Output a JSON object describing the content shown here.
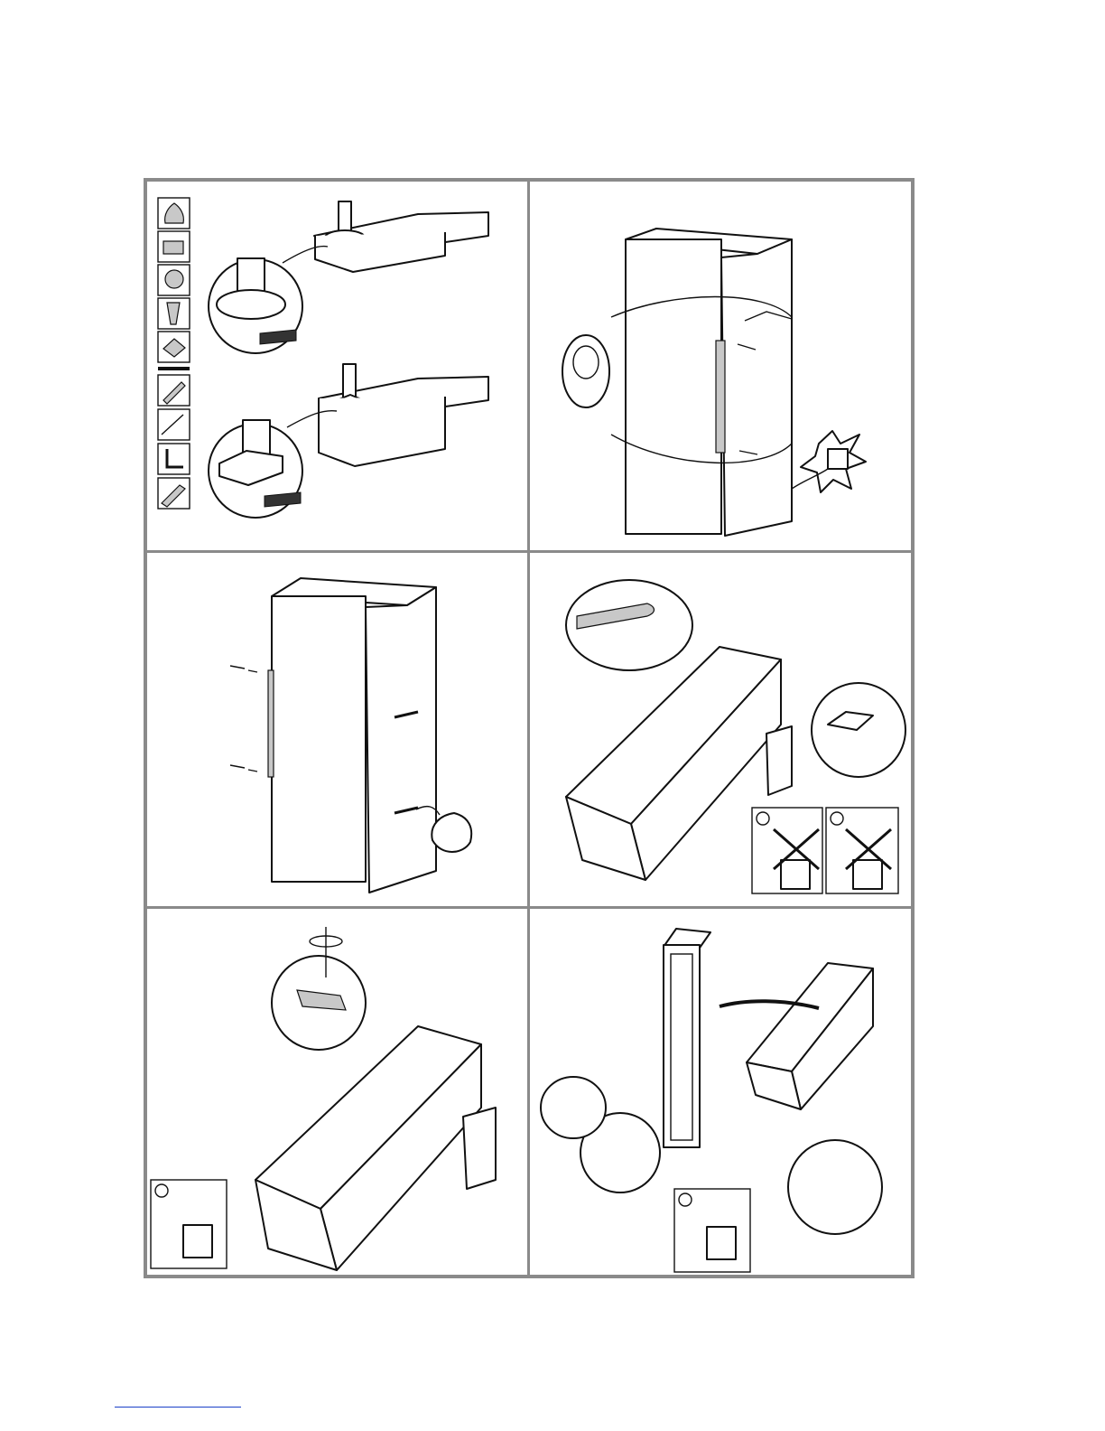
{
  "colors": {
    "frame": "#8a8a8a",
    "ink": "#111111",
    "shade": "#c8c8c8",
    "footer_rule": "#1a40c8"
  },
  "panels": [
    {
      "id": "tools",
      "icons": [
        "bag-icon",
        "box-icon",
        "snap-icon",
        "plug-icon",
        "card-icon",
        "screwdriver-icon",
        "flat-screwdriver-icon",
        "hex-key-icon",
        "chisel-icon"
      ]
    },
    {
      "id": "fridge-unplug",
      "icons": [
        "recycle-bin-icon",
        "power-socket-icon"
      ]
    },
    {
      "id": "fridge-screws",
      "icons": [
        "bag-icon"
      ]
    },
    {
      "id": "fridge-lying-covers",
      "icons": [
        "info-icon",
        "recycle-bin-icon"
      ]
    },
    {
      "id": "hinge-removal",
      "icons": [
        "info-icon",
        "recycle-bin-icon"
      ]
    },
    {
      "id": "door-removal",
      "icons": [
        "info-icon",
        "recycle-bin-icon"
      ]
    }
  ]
}
